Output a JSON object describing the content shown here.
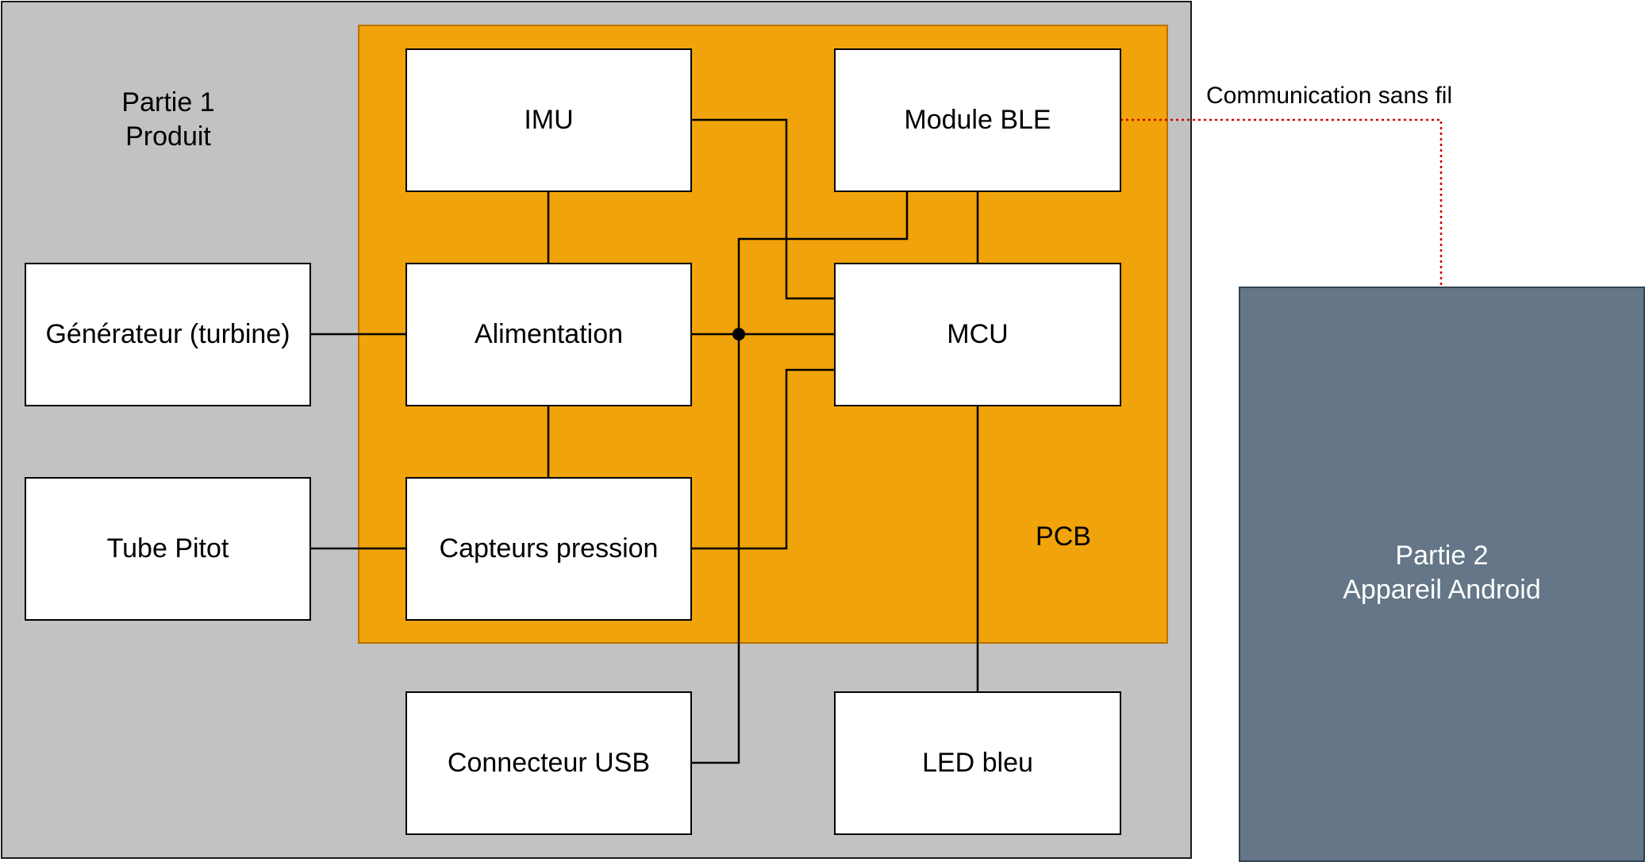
{
  "regions": {
    "part1": {
      "line1": "Partie 1",
      "line2": "Produit",
      "fill": "#c2c2c2"
    },
    "pcb": {
      "label": "PCB",
      "fill": "#f0a30a"
    },
    "part2": {
      "line1": "Partie 2",
      "line2": "Appareil Android",
      "fill": "#647687"
    }
  },
  "blocks": {
    "imu": "IMU",
    "ble": "Module BLE",
    "generator": "Générateur (turbine)",
    "power": "Alimentation",
    "mcu": "MCU",
    "pitot": "Tube Pitot",
    "pressure": "Capteurs pression",
    "usb": "Connecteur USB",
    "led": "LED bleu"
  },
  "links": {
    "wireless_label": "Communication sans fil",
    "wireless_color": "#cc0000"
  }
}
